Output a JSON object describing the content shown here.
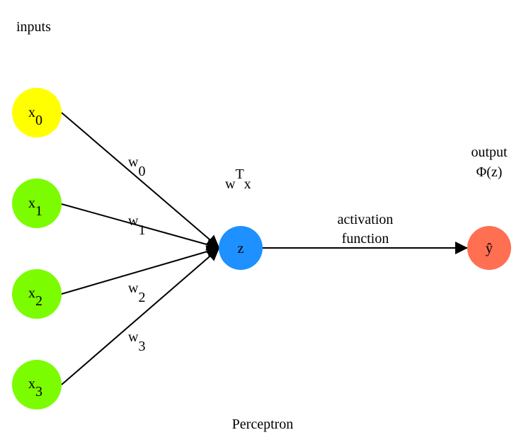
{
  "labels": {
    "inputs": "inputs",
    "output": "output",
    "phi": "Φ(z)",
    "activation": "activation",
    "function": "function",
    "perceptron": "Perceptron",
    "weighted_sum": {
      "base": "w",
      "sup": "T",
      "tail": "x"
    }
  },
  "nodes": {
    "x0": {
      "base": "x",
      "sub": "0",
      "color": "#ffff00"
    },
    "x1": {
      "base": "x",
      "sub": "1",
      "color": "#7cfc00"
    },
    "x2": {
      "base": "x",
      "sub": "2",
      "color": "#7cfc00"
    },
    "x3": {
      "base": "x",
      "sub": "3",
      "color": "#7cfc00"
    },
    "z": {
      "label": "z",
      "color": "#1e90ff"
    },
    "y": {
      "label": "ŷ",
      "color": "#ff6f52"
    }
  },
  "weights": {
    "w0": {
      "base": "w",
      "sub": "0"
    },
    "w1": {
      "base": "w",
      "sub": "1"
    },
    "w2": {
      "base": "w",
      "sub": "2"
    },
    "w3": {
      "base": "w",
      "sub": "3"
    }
  }
}
